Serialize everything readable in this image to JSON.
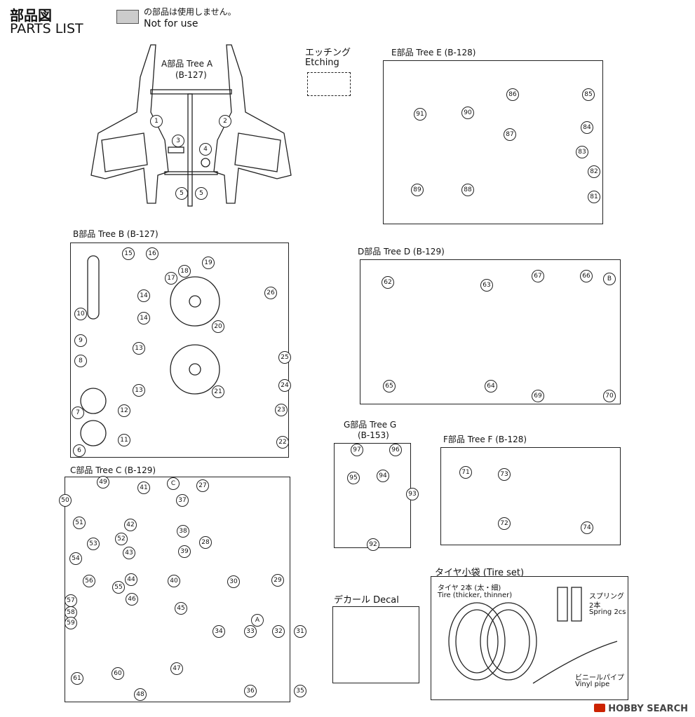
{
  "header": {
    "title_jp": "部品図",
    "title_en": "PARTS LIST",
    "legend_jp": "の部品は使用しません。",
    "legend_en": "Not for use"
  },
  "trees": {
    "a": {
      "label": "A部品 Tree A",
      "code": "(B-127)"
    },
    "b": {
      "label": "B部品 Tree B (B-127)"
    },
    "c": {
      "label": "C部品 Tree C (B-129)"
    },
    "d": {
      "label": "D部品 Tree D (B-129)"
    },
    "e": {
      "label": "E部品 Tree E (B-128)"
    },
    "f": {
      "label": "F部品 Tree F (B-128)"
    },
    "g": {
      "label": "G部品 Tree G",
      "code": "(B-153)"
    },
    "etching": {
      "jp": "エッチング",
      "en": "Etching"
    },
    "decal": {
      "label": "デカール Decal"
    },
    "tire_set": {
      "label": "タイヤ小袋 (Tire set)",
      "tire_jp": "タイヤ 2本 (太・細)",
      "tire_en": "Tire (thicker, thinner)",
      "spring_jp": "スプリング",
      "spring_jp2": "2本",
      "spring_en": "Spring 2cs",
      "pipe_jp": "ビニールパイプ",
      "pipe_en": "Vinyl pipe"
    }
  },
  "part_numbers": {
    "a": [
      "1",
      "2",
      "3",
      "4",
      "5",
      "5"
    ],
    "b": [
      "15",
      "16",
      "17",
      "18",
      "19",
      "14",
      "14",
      "10",
      "20",
      "9",
      "13",
      "8",
      "13",
      "21",
      "7",
      "12",
      "11",
      "6",
      "26",
      "25",
      "24",
      "23",
      "22"
    ],
    "c": [
      "49",
      "50",
      "41",
      "C",
      "37",
      "51",
      "42",
      "38",
      "53",
      "52",
      "43",
      "39",
      "54",
      "56",
      "55",
      "44",
      "40",
      "27",
      "28",
      "57",
      "58",
      "59",
      "46",
      "45",
      "30",
      "29",
      "A",
      "34",
      "33",
      "32",
      "31",
      "61",
      "60",
      "47",
      "48",
      "36",
      "35"
    ],
    "d": [
      "62",
      "63",
      "67",
      "66",
      "B",
      "65",
      "64",
      "69",
      "70"
    ],
    "e": [
      "91",
      "90",
      "86",
      "85",
      "87",
      "84",
      "83",
      "89",
      "88",
      "82",
      "81"
    ],
    "f": [
      "71",
      "73",
      "72",
      "74"
    ],
    "g": [
      "97",
      "96",
      "95",
      "94",
      "93",
      "92"
    ]
  },
  "watermark": {
    "text": "HOBBY SEARCH"
  }
}
